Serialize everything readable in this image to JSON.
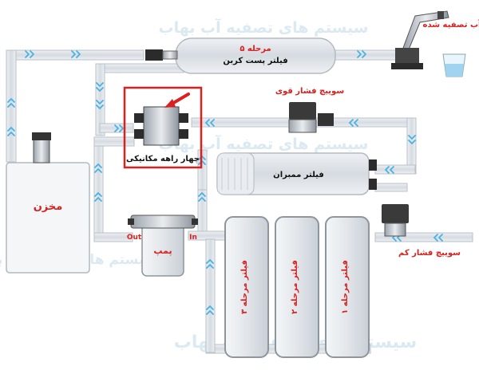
{
  "colors": {
    "pipe": "#dfe3e8",
    "pipe_edge": "#b9c0c8",
    "flow_arrow": "#47b3e4",
    "label_red": "#d9211f",
    "label_black": "#111111",
    "highlight": "#d9211f",
    "watermark": "#dbe9f2"
  },
  "labels": {
    "purified_water": "آب تصفیه شده",
    "stage5_title": "مرحله ۵",
    "stage5_name": "فیلتر پست کربن",
    "high_pressure_switch": "سوییچ فشار قوی",
    "four_way_valve": "چهار راهه مکانیکی",
    "membrane_filter": "فیلتر ممبران",
    "tank": "مخزن",
    "pump": "پمپ",
    "pump_out": "Out",
    "pump_in": "In",
    "low_pressure_switch": "سوییچ فشار کم",
    "stage1": "فیلتر مرحله ۱",
    "stage2": "فیلتر مرحله ۲",
    "stage3": "فیلتر مرحله ۳"
  },
  "watermark": {
    "text": "سیستم های تصفیه آب بهاب"
  },
  "icons": {
    "faucet": "faucet-icon",
    "glass": "water-glass-icon",
    "tank_valve": "tank-valve-icon",
    "highlight_arrow": "arrow-icon"
  }
}
